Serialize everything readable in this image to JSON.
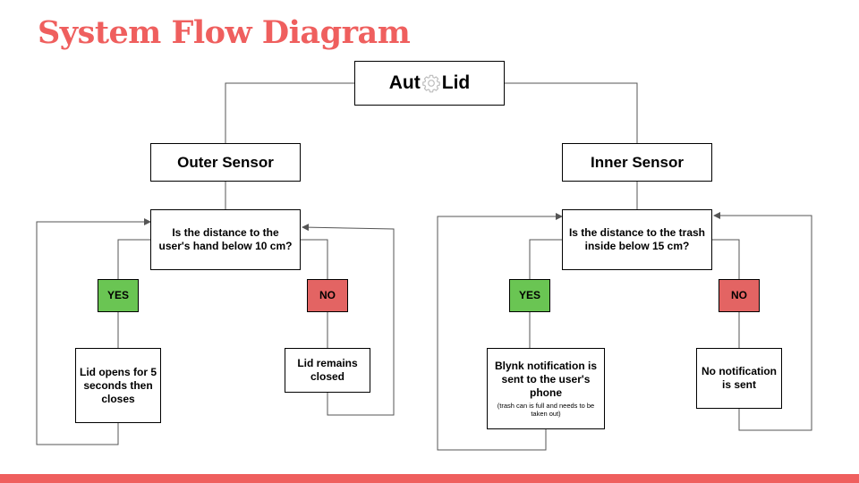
{
  "title": "System Flow Diagram",
  "root": {
    "text_left": "Aut",
    "icon": "gear-icon",
    "text_right": "Lid"
  },
  "outer": {
    "header": "Outer Sensor",
    "question": "Is the distance to the user's hand below 10 cm?",
    "yes": "YES",
    "no": "NO",
    "yes_result": "Lid opens for 5 seconds then closes",
    "no_result": "Lid remains closed"
  },
  "inner": {
    "header": "Inner Sensor",
    "question": "Is the distance to the trash inside below 15 cm?",
    "yes": "YES",
    "no": "NO",
    "yes_result": "Blynk notification is sent to the user's phone",
    "yes_note": "(trash can is full and needs to be taken out)",
    "no_result": "No notification is sent"
  },
  "colors": {
    "accent": "#ef5f5e",
    "yes": "#6ac553",
    "no": "#e36463"
  }
}
